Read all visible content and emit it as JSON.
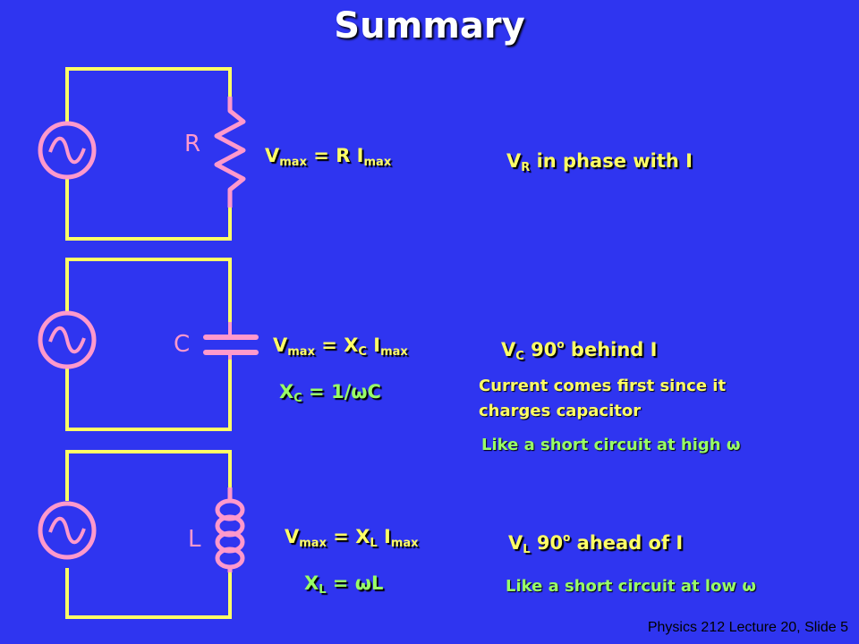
{
  "title": "Summary",
  "colors": {
    "background": "#2f35f0",
    "wire": "#ffff66",
    "component": "#ff99cc",
    "text_yellow": "#ffff66",
    "text_green": "#99ff66"
  },
  "circuits": [
    {
      "component": "resistor",
      "label": "R",
      "equation": {
        "lhs": "V",
        "lhs_sub": "max",
        "rhs_a": "= R I",
        "rhs_a_sub": "max"
      },
      "phase": {
        "a": "V",
        "a_sub": "R",
        "b": " in phase with I"
      }
    },
    {
      "component": "capacitor",
      "label": "C",
      "equation": {
        "lhs": "V",
        "lhs_sub": "max",
        "rhs_a": "= X",
        "rhs_a_sub": "C",
        "rhs_b": " I",
        "rhs_b_sub": "max"
      },
      "reactance": {
        "a": "X",
        "a_sub": "C",
        "b": " = 1/",
        "c": "ω",
        "d": "C"
      },
      "phase": {
        "a": "V",
        "a_sub": "C",
        "b": " 90",
        "b_sup": "o",
        "c": " behind I"
      },
      "notes": [
        "Current comes first since it",
        "charges capacitor"
      ],
      "limit": {
        "text": "Like a short circuit at high ",
        "sym": "ω"
      }
    },
    {
      "component": "inductor",
      "label": "L",
      "equation": {
        "lhs": "V",
        "lhs_sub": "max",
        "rhs_a": "= X",
        "rhs_a_sub": "L",
        "rhs_b": " I",
        "rhs_b_sub": "max"
      },
      "reactance": {
        "a": "X",
        "a_sub": "L",
        "b": " = ",
        "c": "ω",
        "d": "L"
      },
      "phase": {
        "a": "V",
        "a_sub": "L",
        "b": " 90",
        "b_sup": "o",
        "c": " ahead of I"
      },
      "limit": {
        "text": "Like a short circuit at low ",
        "sym": "ω"
      }
    }
  ],
  "footer": "Physics 212  Lecture 20, Slide  5"
}
